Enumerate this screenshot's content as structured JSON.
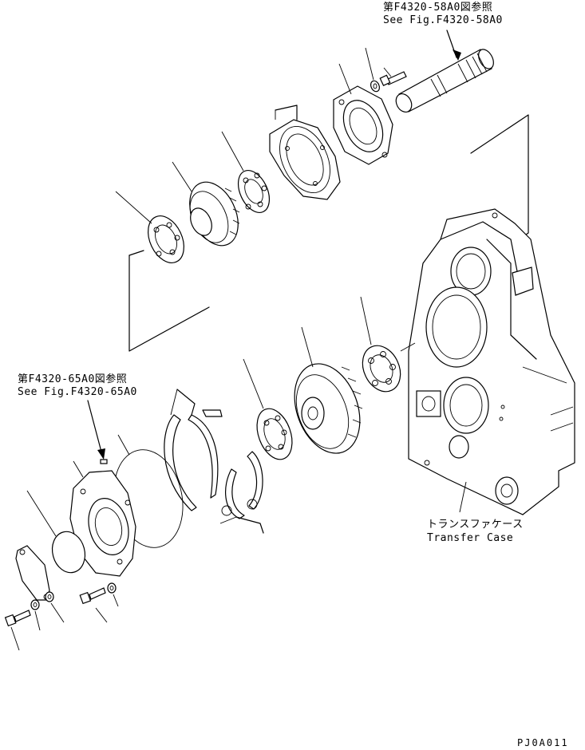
{
  "references": {
    "upper": {
      "jp": "第F4320-58A0図参照",
      "en": "See Fig.F4320-58A0"
    },
    "lower": {
      "jp": "第F4320-65A0図参照",
      "en": "See Fig.F4320-65A0"
    }
  },
  "case_label": {
    "jp": "トランスファケース",
    "en": "Transfer Case"
  },
  "drawing_code": "PJ0A011",
  "icons": [
    "shaft-icon",
    "bearing-icon",
    "gear-icon",
    "housing-icon",
    "cover-icon",
    "bolt-icon",
    "washer-icon",
    "shim-icon",
    "o-ring-icon",
    "case-icon"
  ]
}
